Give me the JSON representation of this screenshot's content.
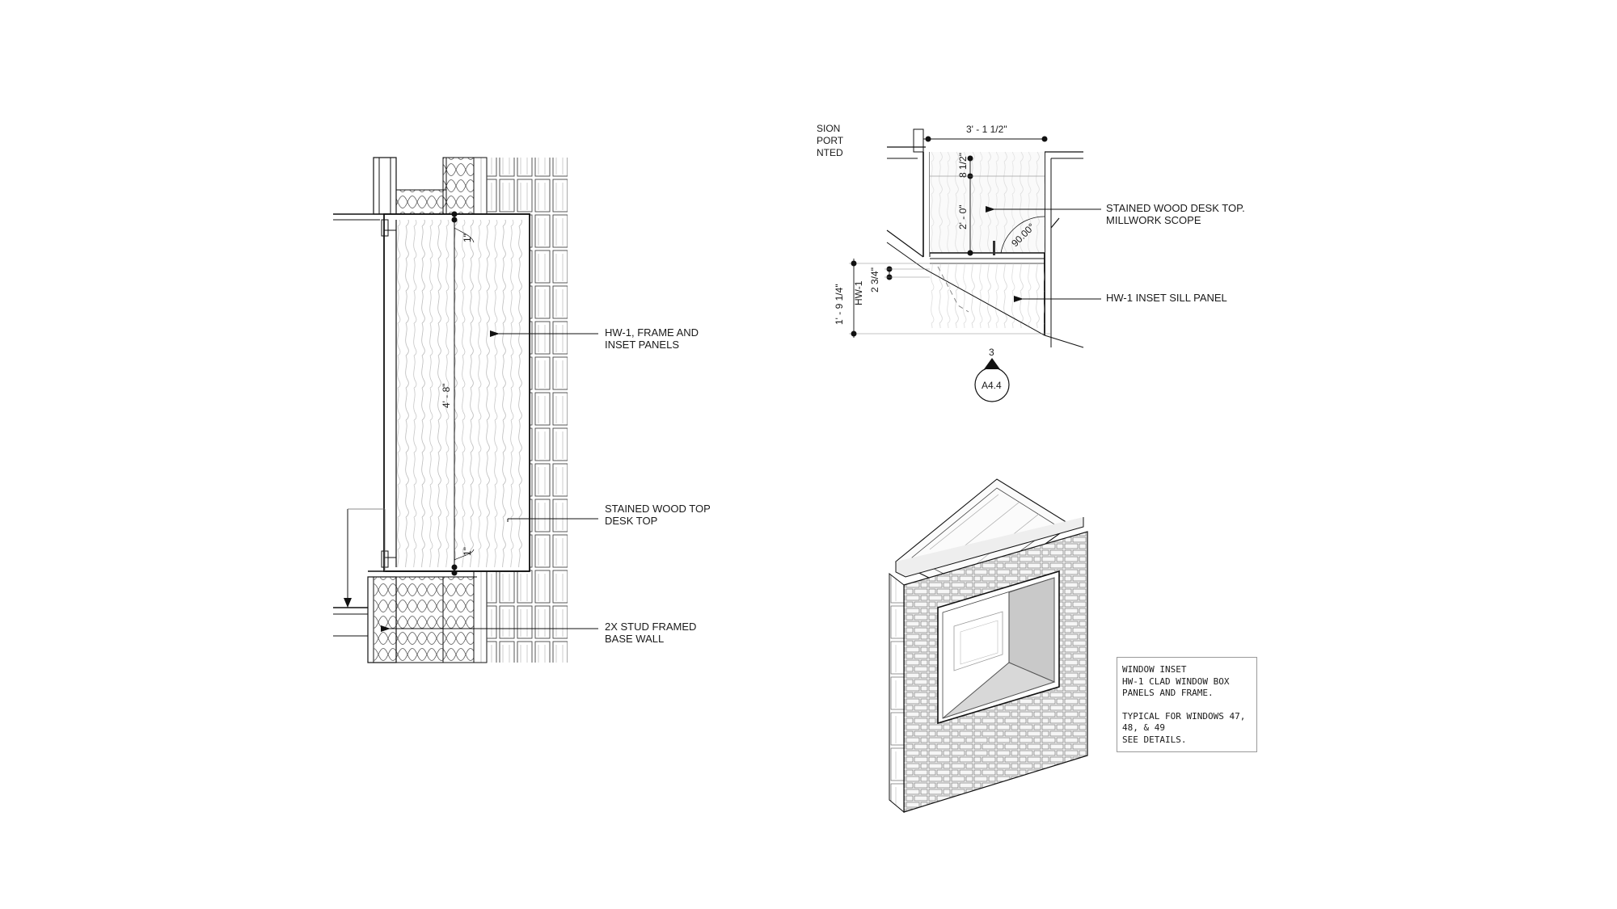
{
  "section_detail": {
    "overall_dim": "4' - 8\"",
    "top_dim": "1\"",
    "bottom_dim": "1\"",
    "labels": [
      {
        "line1": "HW-1, FRAME AND",
        "line2": "INSET PANELS"
      },
      {
        "line1": "STAINED WOOD TOP",
        "line2": "DESK TOP"
      },
      {
        "line1": "2X STUD FRAMED",
        "line2": "BASE WALL"
      }
    ]
  },
  "plan_detail": {
    "cut_text": [
      "SION",
      "PORT",
      "NTED"
    ],
    "width_dim": "3' - 1 1/2\"",
    "depth_dim_a": "8 1/2\"",
    "depth_dim_b": "2' - 0\"",
    "angle_dim": "90.00°",
    "left_dim_a": "1' - 9 1/4\"",
    "left_dim_b": "HW-1",
    "left_dim_c": "2 3/4\"",
    "labels": [
      {
        "line1": "STAINED WOOD DESK TOP.",
        "line2": "MILLWORK SCOPE"
      },
      {
        "line1": "HW-1 INSET SILL PANEL",
        "line2": ""
      }
    ],
    "callout_number": "3",
    "callout_sheet": "A4.4"
  },
  "iso_detail": {
    "note": {
      "line1": "WINDOW INSET",
      "line2": "HW-1 CLAD WINDOW BOX",
      "line3": "PANELS AND FRAME.",
      "line4": "TYPICAL FOR WINDOWS 47,",
      "line5": "48, & 49",
      "line6": "SEE DETAILS."
    }
  }
}
